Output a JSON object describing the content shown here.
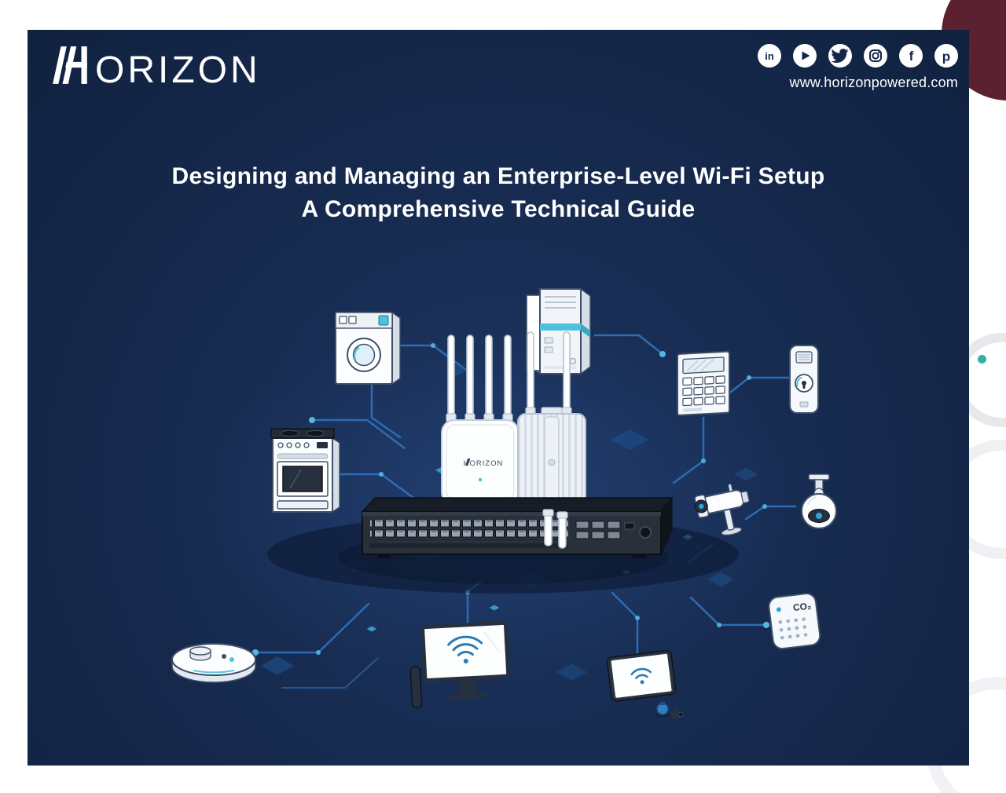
{
  "header": {
    "logo_text": "ORIZON",
    "logo_full": "HORIZON",
    "website": "www.horizonpowered.com",
    "social": [
      {
        "name": "linkedin",
        "glyph": "in"
      },
      {
        "name": "youtube"
      },
      {
        "name": "twitter"
      },
      {
        "name": "instagram"
      },
      {
        "name": "facebook",
        "glyph": "f"
      },
      {
        "name": "pinterest",
        "glyph": "p"
      }
    ]
  },
  "title": {
    "line1": "Designing and Managing an Enterprise-Level Wi-Fi Setup",
    "line2": "A Comprehensive Technical Guide"
  },
  "illustration": {
    "ap_label": "HORIZON",
    "co2_label": "CO₂",
    "devices": [
      "washing-machine",
      "server-rack",
      "stove",
      "access-keypad",
      "door-lock",
      "dome-camera",
      "bullet-camera",
      "co2-sensor",
      "robot-vacuum",
      "smart-tv",
      "tablet",
      "wifi-access-point-indoor",
      "wifi-access-point-outdoor",
      "network-switch"
    ]
  },
  "colors": {
    "card_bg": "#16294d",
    "trace_blue": "#2e6cb2",
    "accent_teal": "#4cc0dd",
    "maroon_corner": "#5c2130"
  }
}
